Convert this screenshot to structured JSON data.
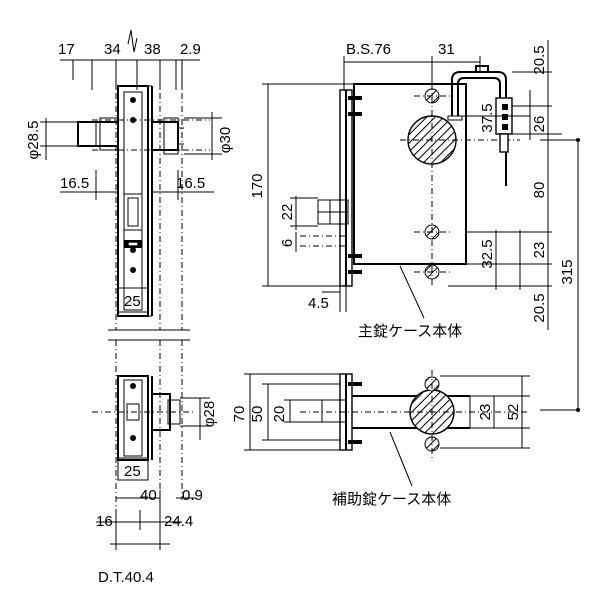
{
  "top_dims": {
    "d17": "17",
    "d34": "34",
    "d38": "38",
    "d29": "2.9"
  },
  "left_dims": {
    "phi285": "φ28.5",
    "phi30": "φ30",
    "d165a": "16.5",
    "d165b": "16.5",
    "d25a": "25",
    "d25b": "25",
    "phi28": "φ28",
    "d40": "40",
    "d09": "0.9",
    "d16": "16",
    "d244": "24.4",
    "dt": "D.T.40.4"
  },
  "main_dims": {
    "bs": "B.S.76",
    "d31": "31",
    "d170": "170",
    "d22": "22",
    "d6": "6",
    "d45": "4.5",
    "d205a": "20.5",
    "d375": "37.5",
    "d26": "26",
    "d80": "80",
    "d325": "32.5",
    "d23a": "23",
    "d315": "315",
    "d205b": "20.5"
  },
  "aux_dims": {
    "d70": "70",
    "d50": "50",
    "d20": "20",
    "d23b": "23",
    "d52": "52"
  },
  "captions": {
    "main_case": "主錠ケース本体",
    "aux_case": "補助錠ケース本体"
  }
}
